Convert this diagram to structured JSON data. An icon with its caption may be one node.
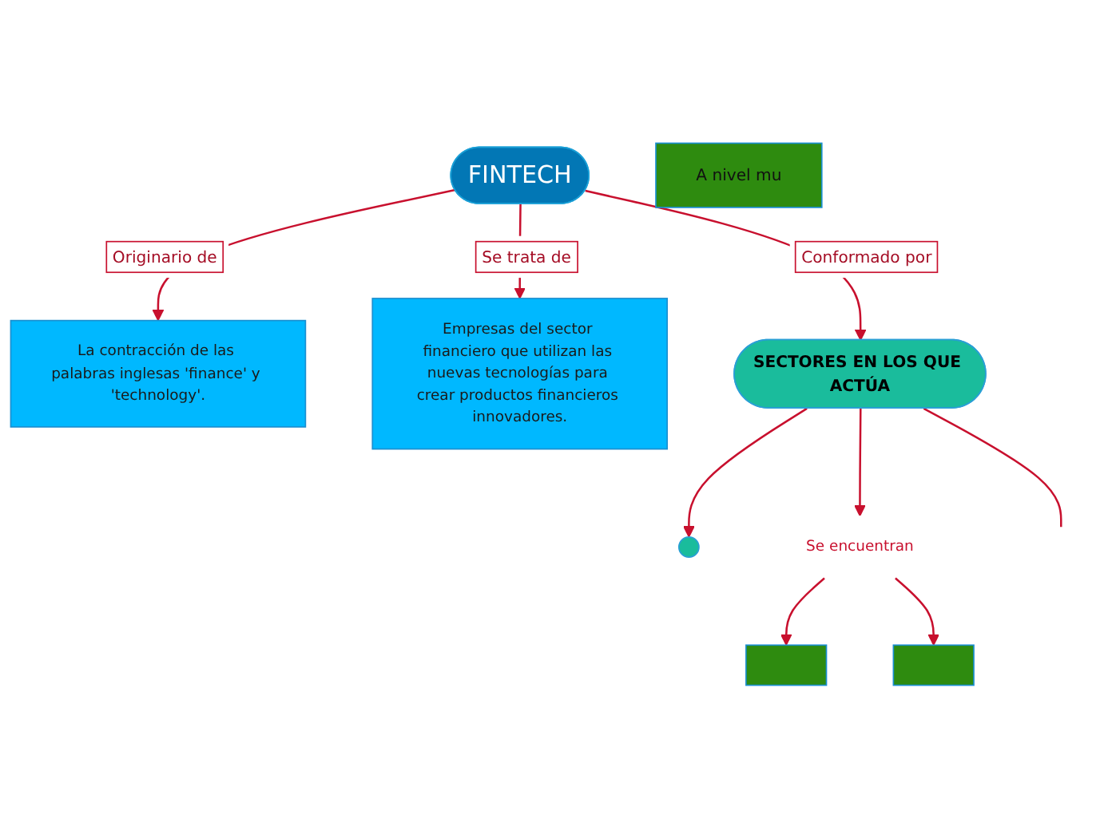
{
  "diagram": {
    "nodes": [
      {
        "text": [
          "FINTECH"
        ]
      },
      {
        "text": [
          "La contracción de las palabras inglesas 'finance' y 'technology'."
        ]
      },
      {
        "text": [
          "Empresas del sector financiero que utilizan las nuevas tecnologías para crear productos financieros innovadores."
        ]
      },
      {
        "text": [
          "SECTORES EN LOS QUE ACTÚA"
        ]
      },
      {
        "text": [],
        "shape": "circle"
      },
      {
        "text": [
          "Se encuentran"
        ]
      },
      {
        "text": [],
        "shape": "box"
      },
      {
        "text": [],
        "shape": "box"
      },
      {
        "text": [
          "A nivel mu"
        ]
      }
    ],
    "edges": [
      {
        "from": 0,
        "to": 1,
        "arrow": "to",
        "label": "Originario de"
      },
      {
        "from": 0,
        "to": 2,
        "arrow": "to",
        "label": "Se trata de"
      },
      {
        "from": 0,
        "to": 3,
        "arrow": "to",
        "label": "Conformado por"
      },
      {
        "from": 3,
        "to": 4,
        "arrow": "to"
      },
      {
        "from": 3,
        "to": null,
        "arrow": "none"
      },
      {
        "from": 3,
        "to": 5,
        "arrow": "to"
      },
      {
        "from": 5,
        "to": 6,
        "arrow": "to"
      },
      {
        "from": 5,
        "to": 7,
        "arrow": "to"
      }
    ]
  }
}
